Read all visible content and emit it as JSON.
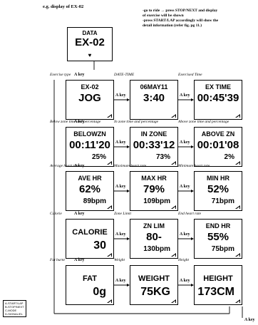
{
  "heading": "e.g. display of EX-02",
  "notes": [
    "-go to ride → press STOP/NEXT and display",
    "of exercise will be shown",
    "-press START/LAP accordingly will show the",
    "detail information (refer fig. pg 11.)"
  ],
  "key_label": "A key",
  "data_screen": {
    "line1": "DATA",
    "line2": "EX-02",
    "heart": "♥"
  },
  "rows": [
    [
      {
        "caption": "Exercise type",
        "top": "EX-02",
        "main": "JOG",
        "sub": ""
      },
      {
        "caption": "DATE-TIME",
        "top": "06MAY11",
        "main": "3:40",
        "sub": ""
      },
      {
        "caption": "Exercised Time",
        "top": "EX TIME",
        "main": "00:45'39",
        "sub": ""
      }
    ],
    [
      {
        "caption": "Below zone time and percentage",
        "top": "BELOWZN",
        "main": "00:11'20",
        "sub": "25%"
      },
      {
        "caption": "In zone time and percentage",
        "top": "IN ZONE",
        "main": "00:33'12",
        "sub": "73%"
      },
      {
        "caption": "Above zone time and percentage",
        "top": "ABOVE ZN",
        "main": "00:01'08",
        "sub": "2%"
      }
    ],
    [
      {
        "caption": "Average heart rate",
        "top": "AVE HR",
        "main": "62%",
        "sub": "89bpm"
      },
      {
        "caption": "Maximum heart rate",
        "top": "MAX HR",
        "main": "79%",
        "sub": "109bpm"
      },
      {
        "caption": "Minimum heart rate",
        "top": "MIN HR",
        "main": "52%",
        "sub": "71bpm"
      }
    ],
    [
      {
        "caption": "Calorie",
        "top": "",
        "main": "CALORIE",
        "sub": "30"
      },
      {
        "caption": "Zone Limit",
        "top": "ZN LIM",
        "main": "80-",
        "sub": "130bpm"
      },
      {
        "caption": "End heart rate",
        "top": "END HR",
        "main": "55%",
        "sub": "75bpm"
      }
    ],
    [
      {
        "caption": "Fat burnt",
        "top": "",
        "main": "FAT",
        "sub": "0g"
      },
      {
        "caption": "Weight",
        "top": "",
        "main": "WEIGHT",
        "sub": "75KG"
      },
      {
        "caption": "Height",
        "top": "",
        "main": "HEIGHT",
        "sub": "173CM"
      }
    ]
  ],
  "legend": [
    "A-START/LAP",
    "B-STOP/NEXT",
    "C-MODE",
    "D-SIGNAL/EL"
  ]
}
